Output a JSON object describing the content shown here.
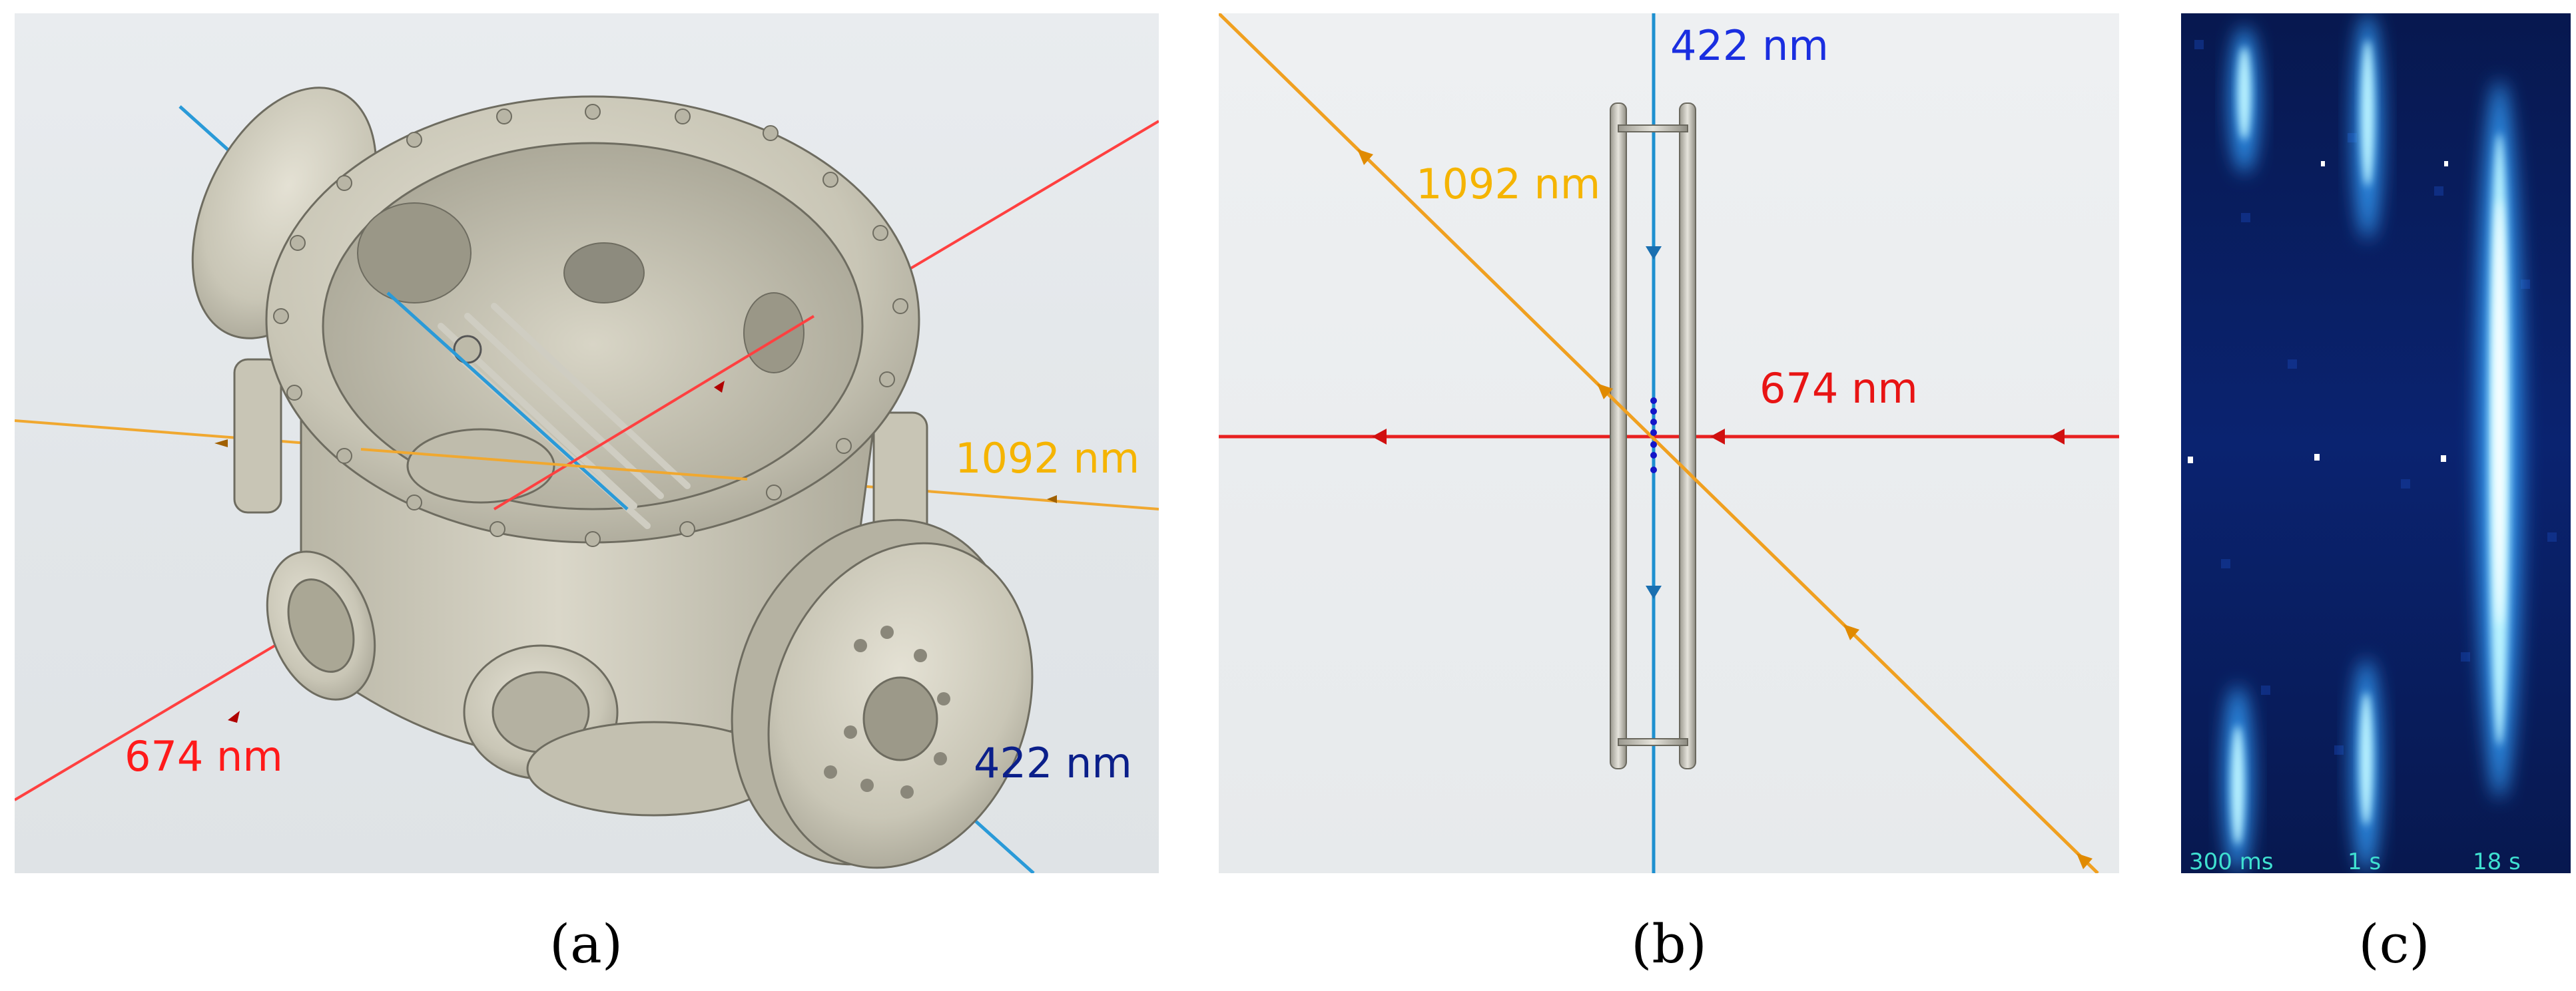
{
  "panel_a": {
    "labels": {
      "l1092": "1092 nm",
      "l674": "674 nm",
      "l422": "422 nm"
    },
    "colors": {
      "l1092": "#f5b400",
      "l674": "#ff1a1a",
      "l422": "#0b1f8a"
    }
  },
  "panel_b": {
    "labels": {
      "l422": "422 nm",
      "l1092": "1092 nm",
      "l674": "674 nm"
    },
    "colors": {
      "l422": "#1a2ee0",
      "l1092": "#f5b400",
      "l674": "#e81414",
      "beam422": "#1e90d0",
      "beam1092": "#f0a020",
      "beam674": "#e82020"
    }
  },
  "panel_c": {
    "time_labels": [
      "300 ms",
      "1 s",
      "18 s"
    ]
  },
  "captions": {
    "a": "(a)",
    "b": "(b)",
    "c": "(c)"
  }
}
